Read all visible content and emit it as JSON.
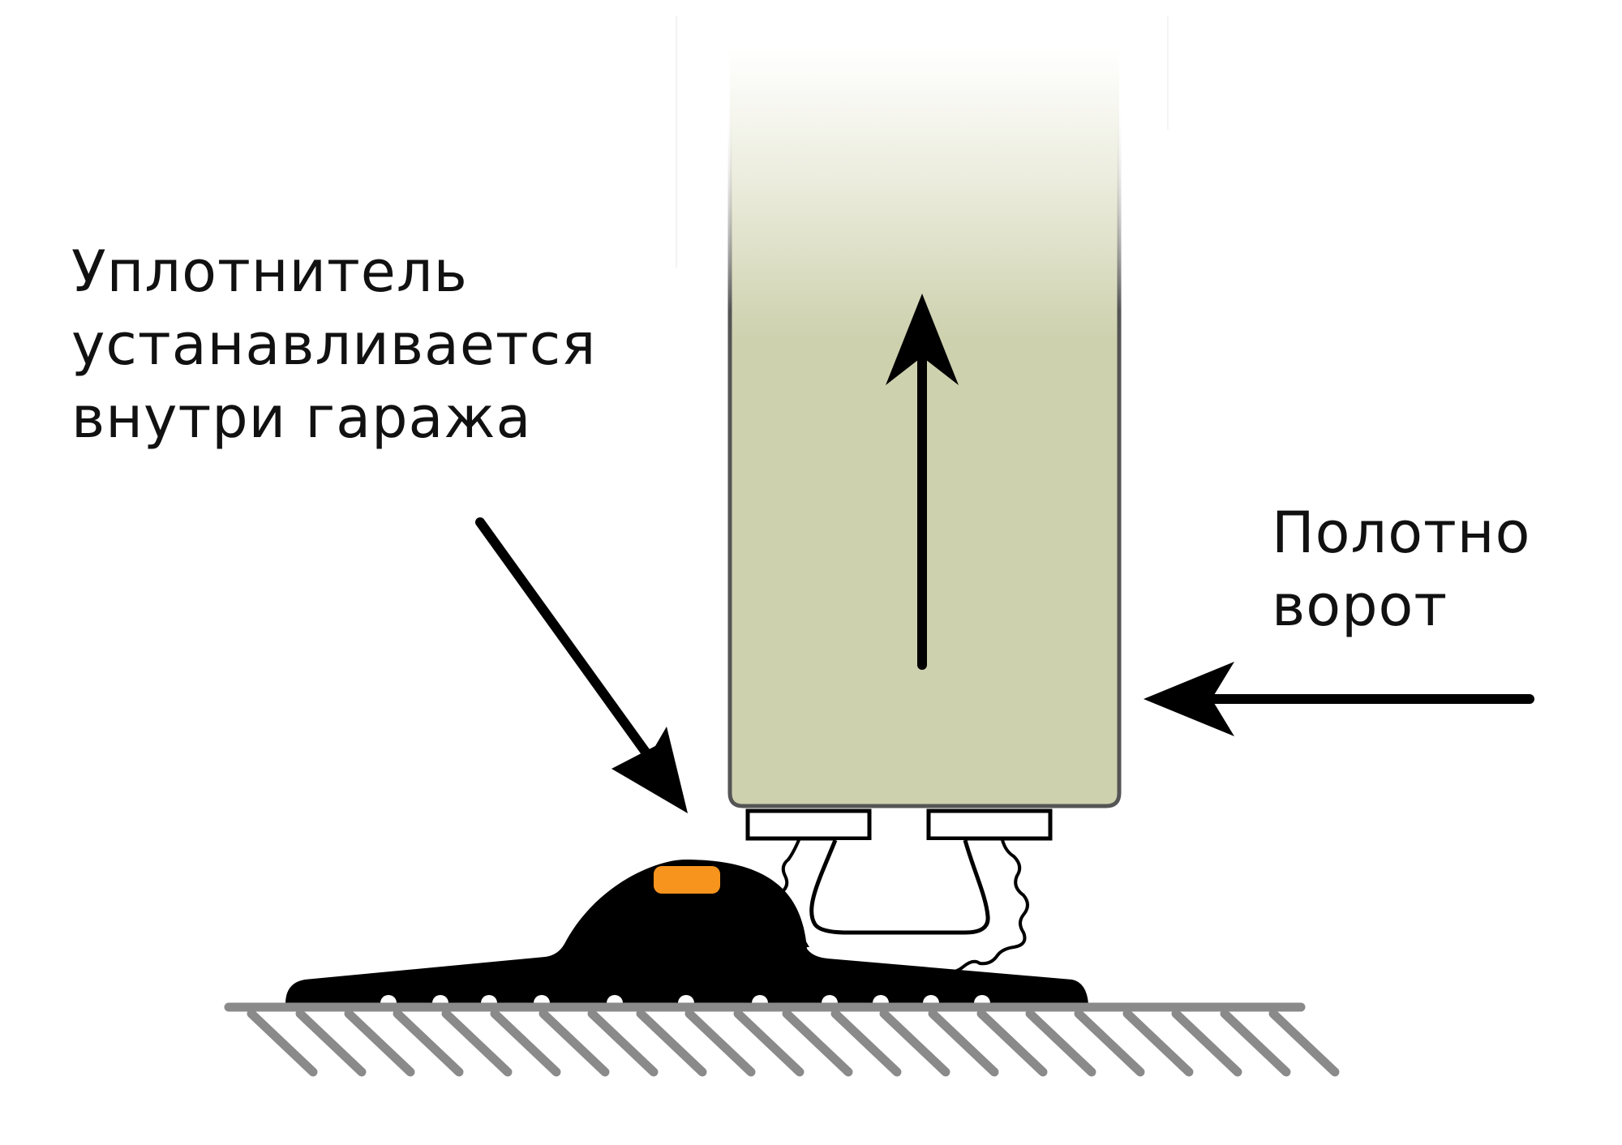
{
  "labels": {
    "seal": [
      "Уплотнитель",
      "устанавливается",
      "внутри гаража"
    ],
    "door": [
      "Полотно",
      "ворот"
    ]
  },
  "colors": {
    "door_panel": "#ced1ae",
    "door_panel_top": "#ffffff",
    "seal_body": "#000000",
    "seal_accent": "#f7941d",
    "floor": "#8a8a8a",
    "arrow": "#000000"
  },
  "icons": {
    "up_arrow": "arrow-up-icon",
    "left_arrow": "arrow-left-icon",
    "pointer_arrow": "arrow-down-right-icon"
  }
}
